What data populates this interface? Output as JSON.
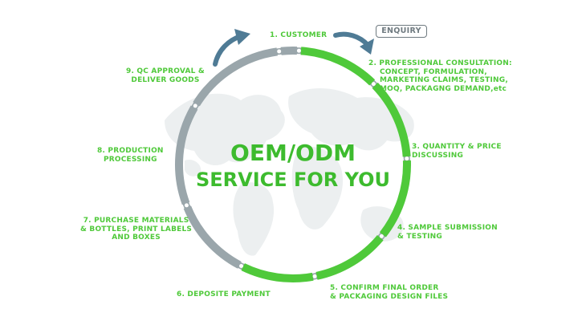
{
  "title": {
    "line1": "OEM/ODM",
    "line2": "SERVICE FOR YOU"
  },
  "badge": "ENQUIRY",
  "steps": [
    {
      "lines": [
        "1. CUSTOMER"
      ]
    },
    {
      "lines": [
        "2. PROFESSIONAL CONSULTATION:",
        "CONCEPT, FORMULATION,",
        "MARKETING CLAIMS, TESTING,",
        "MOQ, PACKAGNG DEMAND,etc"
      ]
    },
    {
      "lines": [
        "3. QUANTITY & PRICE",
        "DISCUSSING"
      ]
    },
    {
      "lines": [
        "4. SAMPLE SUBMISSION",
        "& TESTING"
      ]
    },
    {
      "lines": [
        "5. CONFIRM FINAL ORDER",
        "& PACKAGING DESIGN FILES"
      ]
    },
    {
      "lines": [
        "6. DEPOSITE PAYMENT"
      ]
    },
    {
      "lines": [
        "7. PURCHASE MATERIALS",
        "& BOTTLES, PRINT LABELS",
        "AND BOXES"
      ]
    },
    {
      "lines": [
        "8. PRODUCTION",
        "PROCESSING"
      ]
    },
    {
      "lines": [
        "9. QC APPROVAL &",
        "DELIVER GOODS"
      ]
    }
  ],
  "colors": {
    "green": "#4fc93a",
    "title_green": "#3dbb2e",
    "gray": "#9aa6ab",
    "arrow": "#4f7b95",
    "map": "#eef0f1"
  }
}
